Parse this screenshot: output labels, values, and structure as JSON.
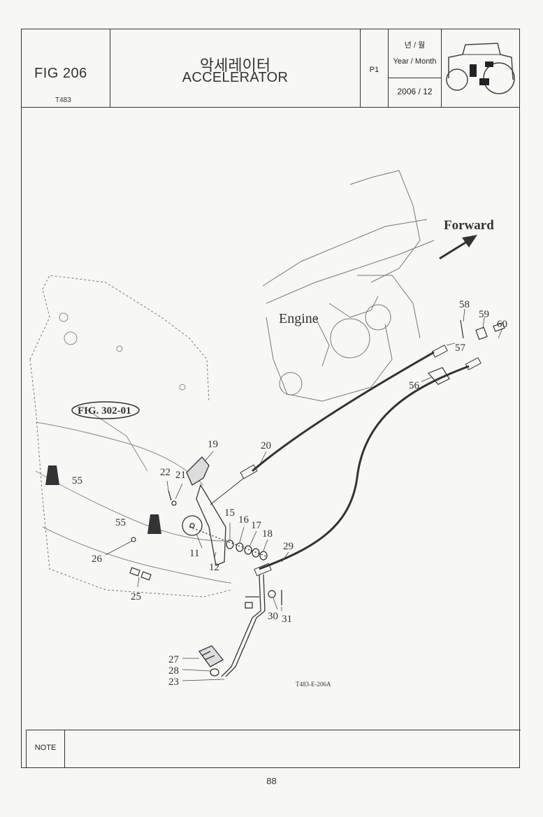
{
  "header": {
    "fig_label": "FIG 206",
    "model": "T483",
    "title_ko": "악세레이터",
    "title_en": "ACCELERATOR",
    "page": "P1",
    "year_month_ko": "년 / 월",
    "year_month_en": "Year / Month",
    "date": "2006 / 12"
  },
  "drawing": {
    "forward_label": "Forward",
    "engine_label": "Engine",
    "fig_ref": "FIG. 302-01",
    "drawing_code": "T483-E-206A",
    "part_numbers": [
      "58",
      "59",
      "60",
      "57",
      "56",
      "19",
      "20",
      "22",
      "21",
      "55",
      "55",
      "15",
      "16",
      "17",
      "18",
      "11",
      "12",
      "29",
      "26",
      "25",
      "30",
      "31",
      "27",
      "28",
      "23"
    ]
  },
  "note": {
    "label": "NOTE"
  },
  "footer": {
    "page_number": "88"
  }
}
